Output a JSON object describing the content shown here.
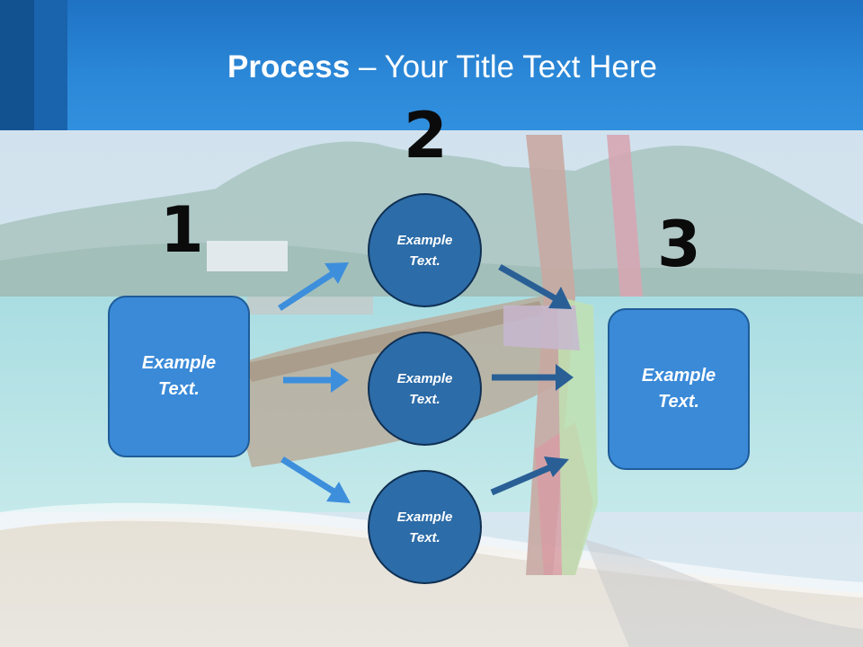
{
  "slide": {
    "title_bold": "Process",
    "title_rest": " – Your Title Text Here",
    "steps": [
      {
        "number": "1",
        "text": "Example Text."
      },
      {
        "number": "2",
        "text": "Example Text."
      },
      {
        "number": "3",
        "text": "Example Text."
      }
    ],
    "middle_circles": [
      {
        "text": "Example Text."
      },
      {
        "text": "Example Text."
      },
      {
        "text": "Example Text."
      }
    ]
  },
  "colors": {
    "header_blue": "#2b88d8",
    "box_fill": "#3a8ad8",
    "circle_fill": "#2c6ca8",
    "arrow_light": "#3d8fdc",
    "arrow_dark": "#2a5f96"
  }
}
